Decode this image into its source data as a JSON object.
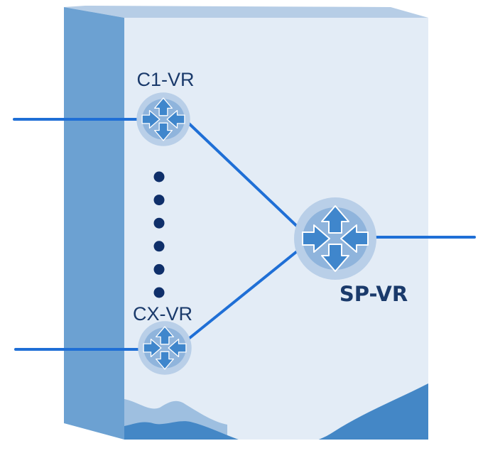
{
  "diagram": {
    "routers": [
      {
        "id": "c1",
        "label": "C1-VR"
      },
      {
        "id": "cx",
        "label": "CX-VR"
      },
      {
        "id": "sp",
        "label": "SP-VR"
      }
    ],
    "ellipsis_dot_count": 6,
    "colors": {
      "link": "#1f6fd6",
      "box_front": "#e3ecf6",
      "box_side": "#6ca1d2",
      "box_top": "#b6cde6",
      "router_halo": "#b9cfe8",
      "router_body": "#8fb4dc",
      "router_arrow": "#3f86cc",
      "dots": "#0f2f6a",
      "wave_light": "#9ebfe0",
      "wave_dark": "#4487c6"
    }
  }
}
